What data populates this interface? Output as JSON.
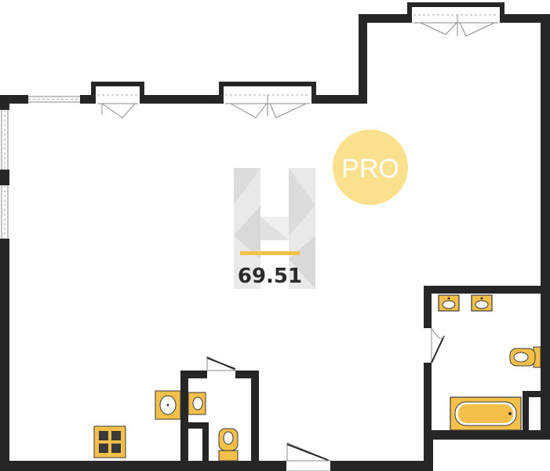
{
  "plan": {
    "area_label": "69.51",
    "badge_label": "PRO",
    "logo_letter": "H"
  },
  "colors": {
    "wall": "#262626",
    "fixture": "#f5c04a",
    "fixture_stroke": "#3a3a3a",
    "badge": "#fbe08e",
    "badge_text": "#ffffff",
    "area_text": "#2b2b2b",
    "area_underline": "#f2c14e",
    "logo_light": "#ececec",
    "logo_dark": "#d6d6d6",
    "window_line": "#8a8a8a"
  }
}
